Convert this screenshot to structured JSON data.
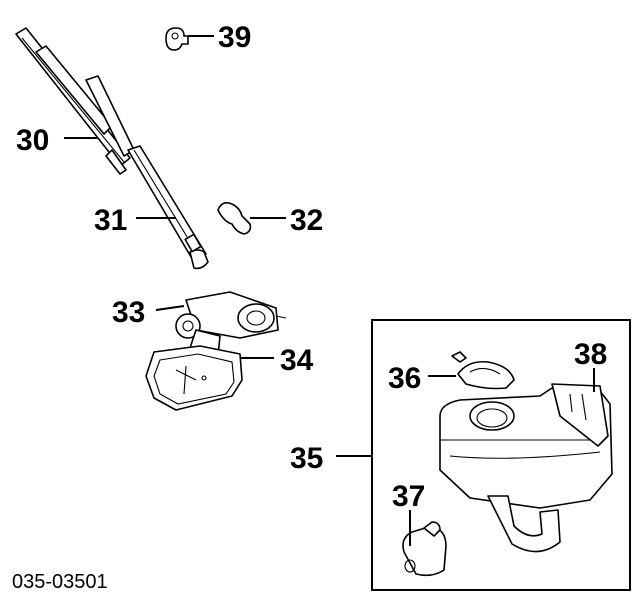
{
  "callouts": {
    "c30": "30",
    "c31": "31",
    "c32": "32",
    "c33": "33",
    "c34": "34",
    "c35": "35",
    "c36": "36",
    "c37": "37",
    "c38": "38",
    "c39": "39"
  },
  "diagram_code": "035-03501"
}
